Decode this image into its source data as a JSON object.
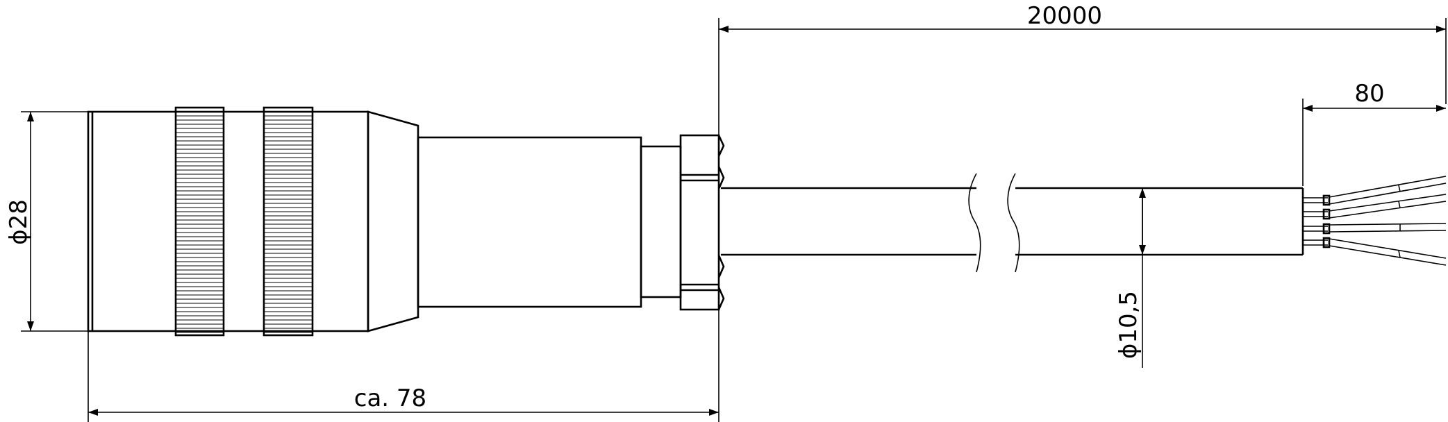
{
  "dimensions": {
    "diameter_connector": "ϕ28",
    "cable_length": "20000",
    "strip_length": "80",
    "cable_diameter": "ϕ10,5",
    "connector_length": "ca. 78"
  }
}
